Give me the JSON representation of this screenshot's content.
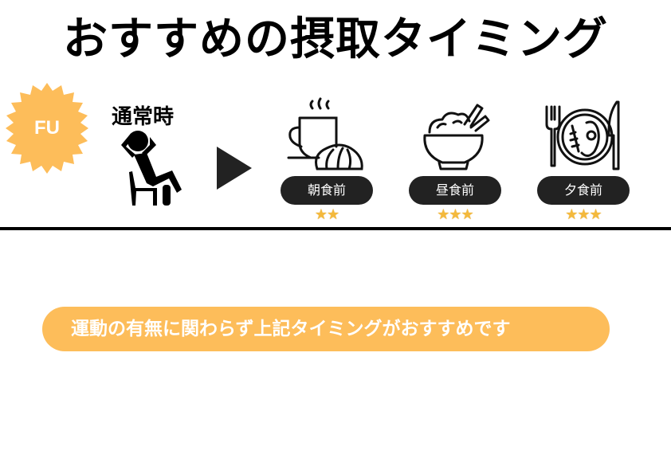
{
  "title": "おすすめの摂取タイミング",
  "badge": {
    "label": "FU",
    "color": "#fdbd5a",
    "icon": "starburst-badge"
  },
  "normal": {
    "label": "通常時",
    "icon": "relaxing-person-icon"
  },
  "arrow_icon": "play-triangle-icon",
  "meals": [
    {
      "label": "朝食前",
      "icon": "coffee-croissant-icon",
      "rating": 2,
      "stars": "★★"
    },
    {
      "label": "昼食前",
      "icon": "rice-bowl-icon",
      "rating": 3,
      "stars": "★★★"
    },
    {
      "label": "夕食前",
      "icon": "steak-plate-cutlery-icon",
      "rating": 3,
      "stars": "★★★"
    }
  ],
  "note": {
    "text": "運動の有無に関わらず上記タイミングがおすすめです",
    "color": "#fdbd5a"
  },
  "colors": {
    "accent": "#fdbd5a",
    "pill": "#222222",
    "star": "#f4b93c"
  }
}
